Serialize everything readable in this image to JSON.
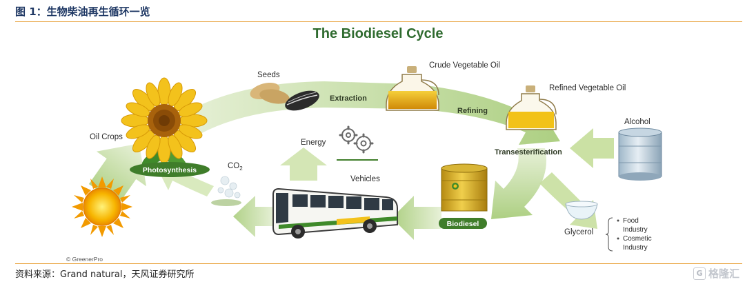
{
  "figure": {
    "caption": "图 1：生物柴油再生循环一览",
    "source": "资料来源：Grand natural，天风证券研究所"
  },
  "diagram": {
    "title": "The Biodiesel Cycle",
    "copyright": "© GreenerPro",
    "labels": {
      "seeds": "Seeds",
      "extraction": "Extraction",
      "crude_oil": "Crude Vegetable Oil",
      "refining": "Refining",
      "refined_oil": "Refined Vegetable Oil",
      "alcohol": "Alcohol",
      "transesterification": "Transesterification",
      "oil_crops": "Oil Crops",
      "photosynthesis": "Photosynthesis",
      "energy": "Energy",
      "co2": "CO",
      "co2_sub": "2",
      "vehicles": "Vehicles",
      "biodiesel": "Biodiesel",
      "glycerol": "Glycerol",
      "uses": [
        "Food",
        "Industry",
        "Cosmetic",
        "Industry"
      ]
    }
  },
  "watermark": {
    "mark": "G",
    "text": "格隆汇"
  },
  "colors": {
    "arrow_light": "#dbe9c4",
    "arrow_mid": "#b9d68f",
    "arrow_dark": "#8fbf5a",
    "badge_green": "#3f7d2a",
    "oil_amber": "#e4a412",
    "title_green": "#2f6b2f",
    "rule_orange": "#e8a13a"
  }
}
